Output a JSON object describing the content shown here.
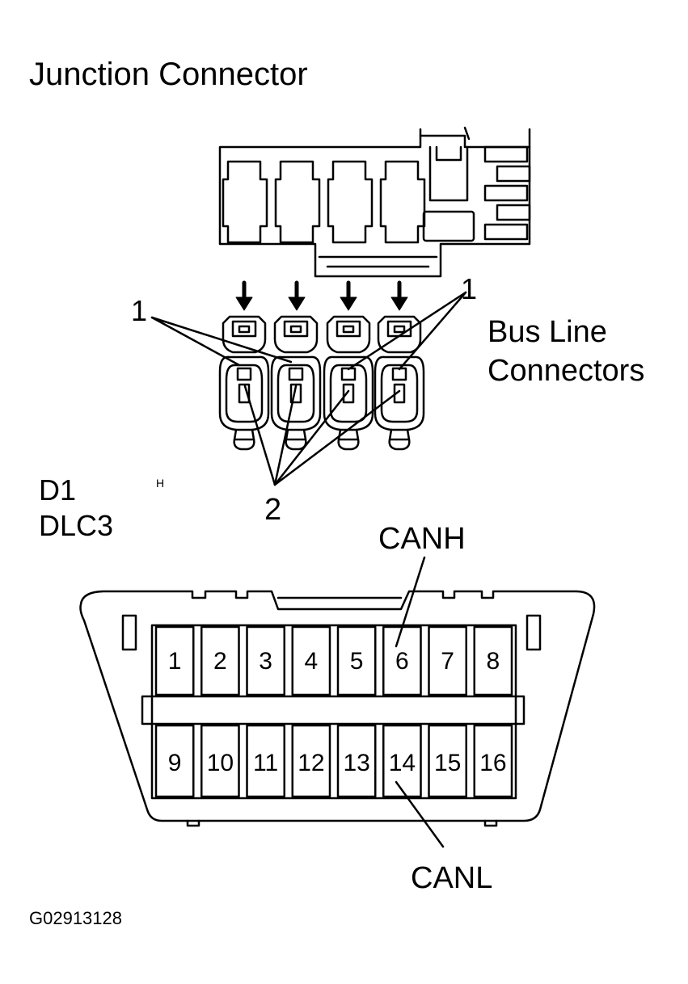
{
  "labels": {
    "junction_connector": "Junction Connector",
    "bus_line_1": "Bus Line",
    "bus_line_2": "Connectors",
    "d1": "D1",
    "dlc3": "DLC3",
    "h_mark": "H",
    "callout_1_left": "1",
    "callout_1_right": "1",
    "callout_2": "2",
    "canh": "CANH",
    "canl": "CANL",
    "figure_code": "G02913128"
  },
  "dlc_pins": {
    "top_row": [
      "1",
      "2",
      "3",
      "4",
      "5",
      "6",
      "7",
      "8"
    ],
    "bottom_row": [
      "9",
      "10",
      "11",
      "12",
      "13",
      "14",
      "15",
      "16"
    ]
  }
}
